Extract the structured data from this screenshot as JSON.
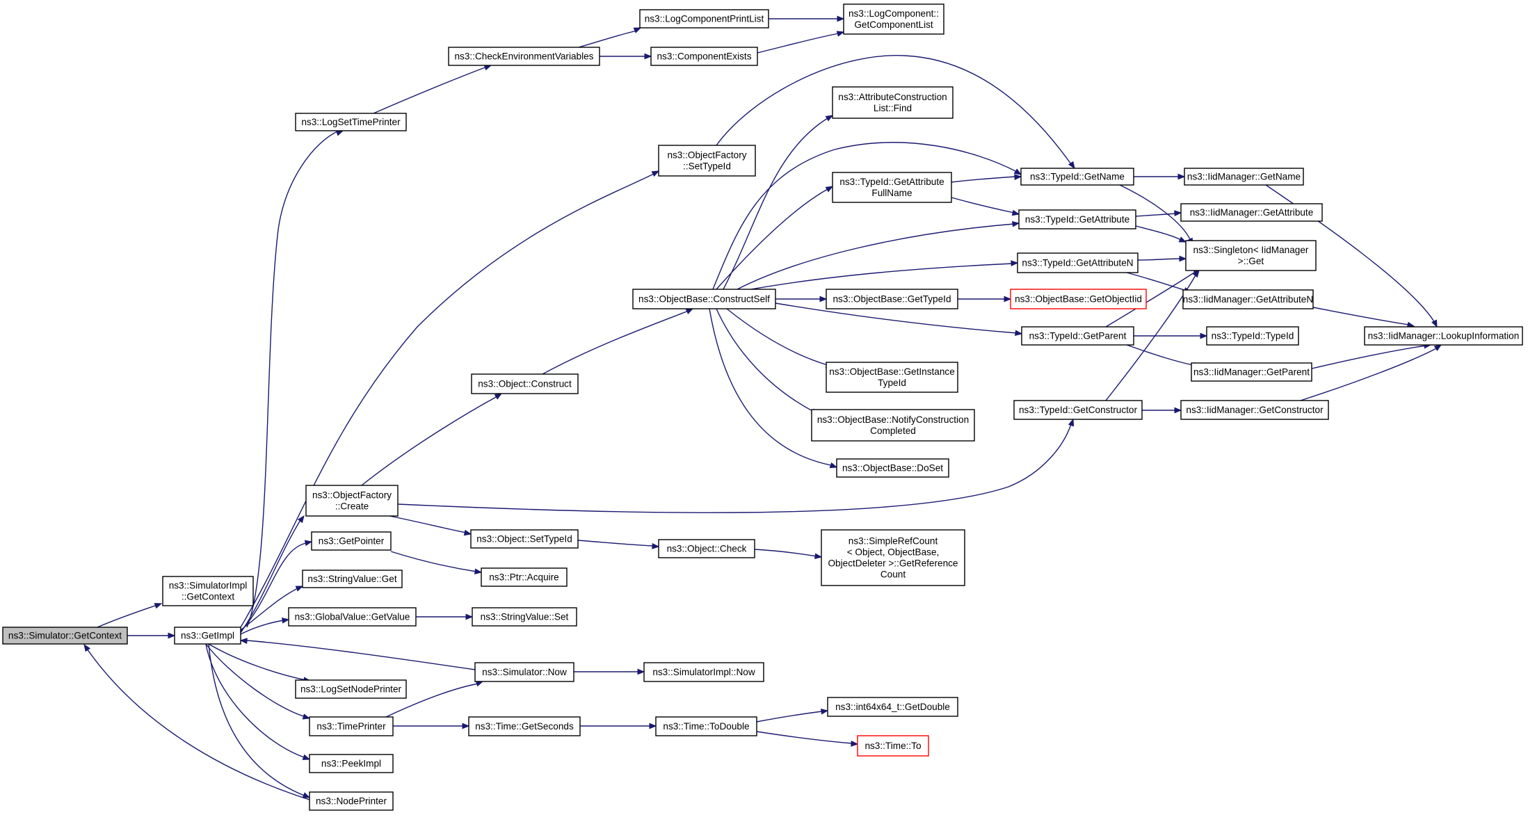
{
  "diagram": {
    "colors": {
      "edge": "#191970",
      "node_border": "#000000",
      "root_fill": "#bfbfbf",
      "external_border": "#ff0000"
    },
    "nodes": {
      "root": [
        "ns3::Simulator::GetContext"
      ],
      "simimpl_getcontext": [
        "ns3::SimulatorImpl",
        "::GetContext"
      ],
      "getimpl": [
        "ns3::GetImpl"
      ],
      "logsettimeprinter": [
        "ns3::LogSetTimePrinter"
      ],
      "checkenv": [
        "ns3::CheckEnvironmentVariables"
      ],
      "logcompprintlist": [
        "ns3::LogComponentPrintList"
      ],
      "logcomp_getlist": [
        "ns3::LogComponent::",
        "GetComponentList"
      ],
      "compexists": [
        "ns3::ComponentExists"
      ],
      "objfactory_settypeid": [
        "ns3::ObjectFactory",
        "::SetTypeId"
      ],
      "attrconstr_find": [
        "ns3::AttributeConstruction",
        "List::Find"
      ],
      "typeid_getname": [
        "ns3::TypeId::GetName"
      ],
      "iid_getname": [
        "ns3::IidManager::GetName"
      ],
      "typeid_getattrfullname": [
        "ns3::TypeId::GetAttribute",
        "FullName"
      ],
      "typeid_getattribute": [
        "ns3::TypeId::GetAttribute"
      ],
      "iid_getattribute": [
        "ns3::IidManager::GetAttribute"
      ],
      "singleton_get": [
        "ns3::Singleton< IidManager",
        " >::Get"
      ],
      "typeid_getattributen": [
        "ns3::TypeId::GetAttributeN"
      ],
      "iid_getattributen": [
        "ns3::IidManager::GetAttributeN"
      ],
      "objbase_constructself": [
        "ns3::ObjectBase::ConstructSelf"
      ],
      "objbase_gettypeid": [
        "ns3::ObjectBase::GetTypeId"
      ],
      "objbase_getobjectiid": [
        "ns3::ObjectBase::GetObjectIid"
      ],
      "iid_lookupinfo": [
        "ns3::IidManager::LookupInformation"
      ],
      "typeid_getparent": [
        "ns3::TypeId::GetParent"
      ],
      "typeid_typeid": [
        "ns3::TypeId::TypeId"
      ],
      "iid_getparent": [
        "ns3::IidManager::GetParent"
      ],
      "objbase_getinstancetypeid": [
        "ns3::ObjectBase::GetInstance",
        "TypeId"
      ],
      "object_construct": [
        "ns3::Object::Construct"
      ],
      "typeid_getconstructor": [
        "ns3::TypeId::GetConstructor"
      ],
      "iid_getconstructor": [
        "ns3::IidManager::GetConstructor"
      ],
      "objbase_notifyconstr": [
        "ns3::ObjectBase::NotifyConstruction",
        "Completed"
      ],
      "objbase_doset": [
        "ns3::ObjectBase::DoSet"
      ],
      "objfactory_create": [
        "ns3::ObjectFactory",
        "::Create"
      ],
      "object_settypeid": [
        "ns3::Object::SetTypeId"
      ],
      "object_check": [
        "ns3::Object::Check"
      ],
      "simplerefcount": [
        "ns3::SimpleRefCount",
        "< Object, ObjectBase,",
        " ObjectDeleter >::GetReference",
        "Count"
      ],
      "getpointer": [
        "ns3::GetPointer"
      ],
      "ptr_acquire": [
        "ns3::Ptr::Acquire"
      ],
      "stringvalue_get": [
        "ns3::StringValue::Get"
      ],
      "globalvalue_getvalue": [
        "ns3::GlobalValue::GetValue"
      ],
      "stringvalue_set": [
        "ns3::StringValue::Set"
      ],
      "simulator_now": [
        "ns3::Simulator::Now"
      ],
      "simimpl_now": [
        "ns3::SimulatorImpl::Now"
      ],
      "logsetnodeprinter": [
        "ns3::LogSetNodePrinter"
      ],
      "int64_getdouble": [
        "ns3::int64x64_t::GetDouble"
      ],
      "timeprinter": [
        "ns3::TimePrinter"
      ],
      "time_getseconds": [
        "ns3::Time::GetSeconds"
      ],
      "time_todouble": [
        "ns3::Time::ToDouble"
      ],
      "time_to": [
        "ns3::Time::To"
      ],
      "peekimpl": [
        "ns3::PeekImpl"
      ],
      "nodeprinter": [
        "ns3::NodePrinter"
      ]
    }
  }
}
